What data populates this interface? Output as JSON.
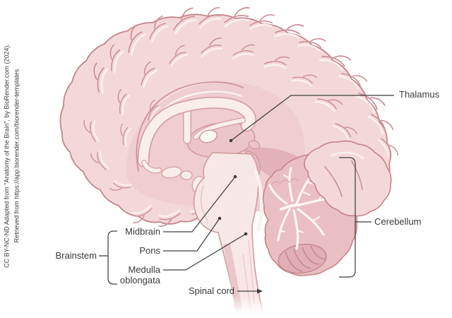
{
  "figure": {
    "description": "Sagittal section anatomical illustration of the human brain with labeled parts"
  },
  "labels": {
    "thalamus": "Thalamus",
    "cerebellum": "Cerebellum",
    "brainstem": "Brainstem",
    "midbrain": "Midbrain",
    "pons": "Pons",
    "medulla_oblongata": "Medulla oblongata",
    "spinal_cord": "Spinal cord"
  },
  "attribution": {
    "line1": "CC BY-NC-ND Adapted from “Anatomy of the Brain”, by BioRender.com (2024).",
    "line2": "Retrieved from https://app.biorender.com/biorender-templates"
  },
  "colors": {
    "background": "#ffffff",
    "brain_fill": "#f4d8d9",
    "brain_outline": "#c5848c",
    "sulci": "#cb8f96",
    "cerebellum_fill": "#eabfc3",
    "cream_structures": "#faeeea",
    "label_text": "#3a3a3a",
    "pointer_line": "#3f3f3f"
  }
}
